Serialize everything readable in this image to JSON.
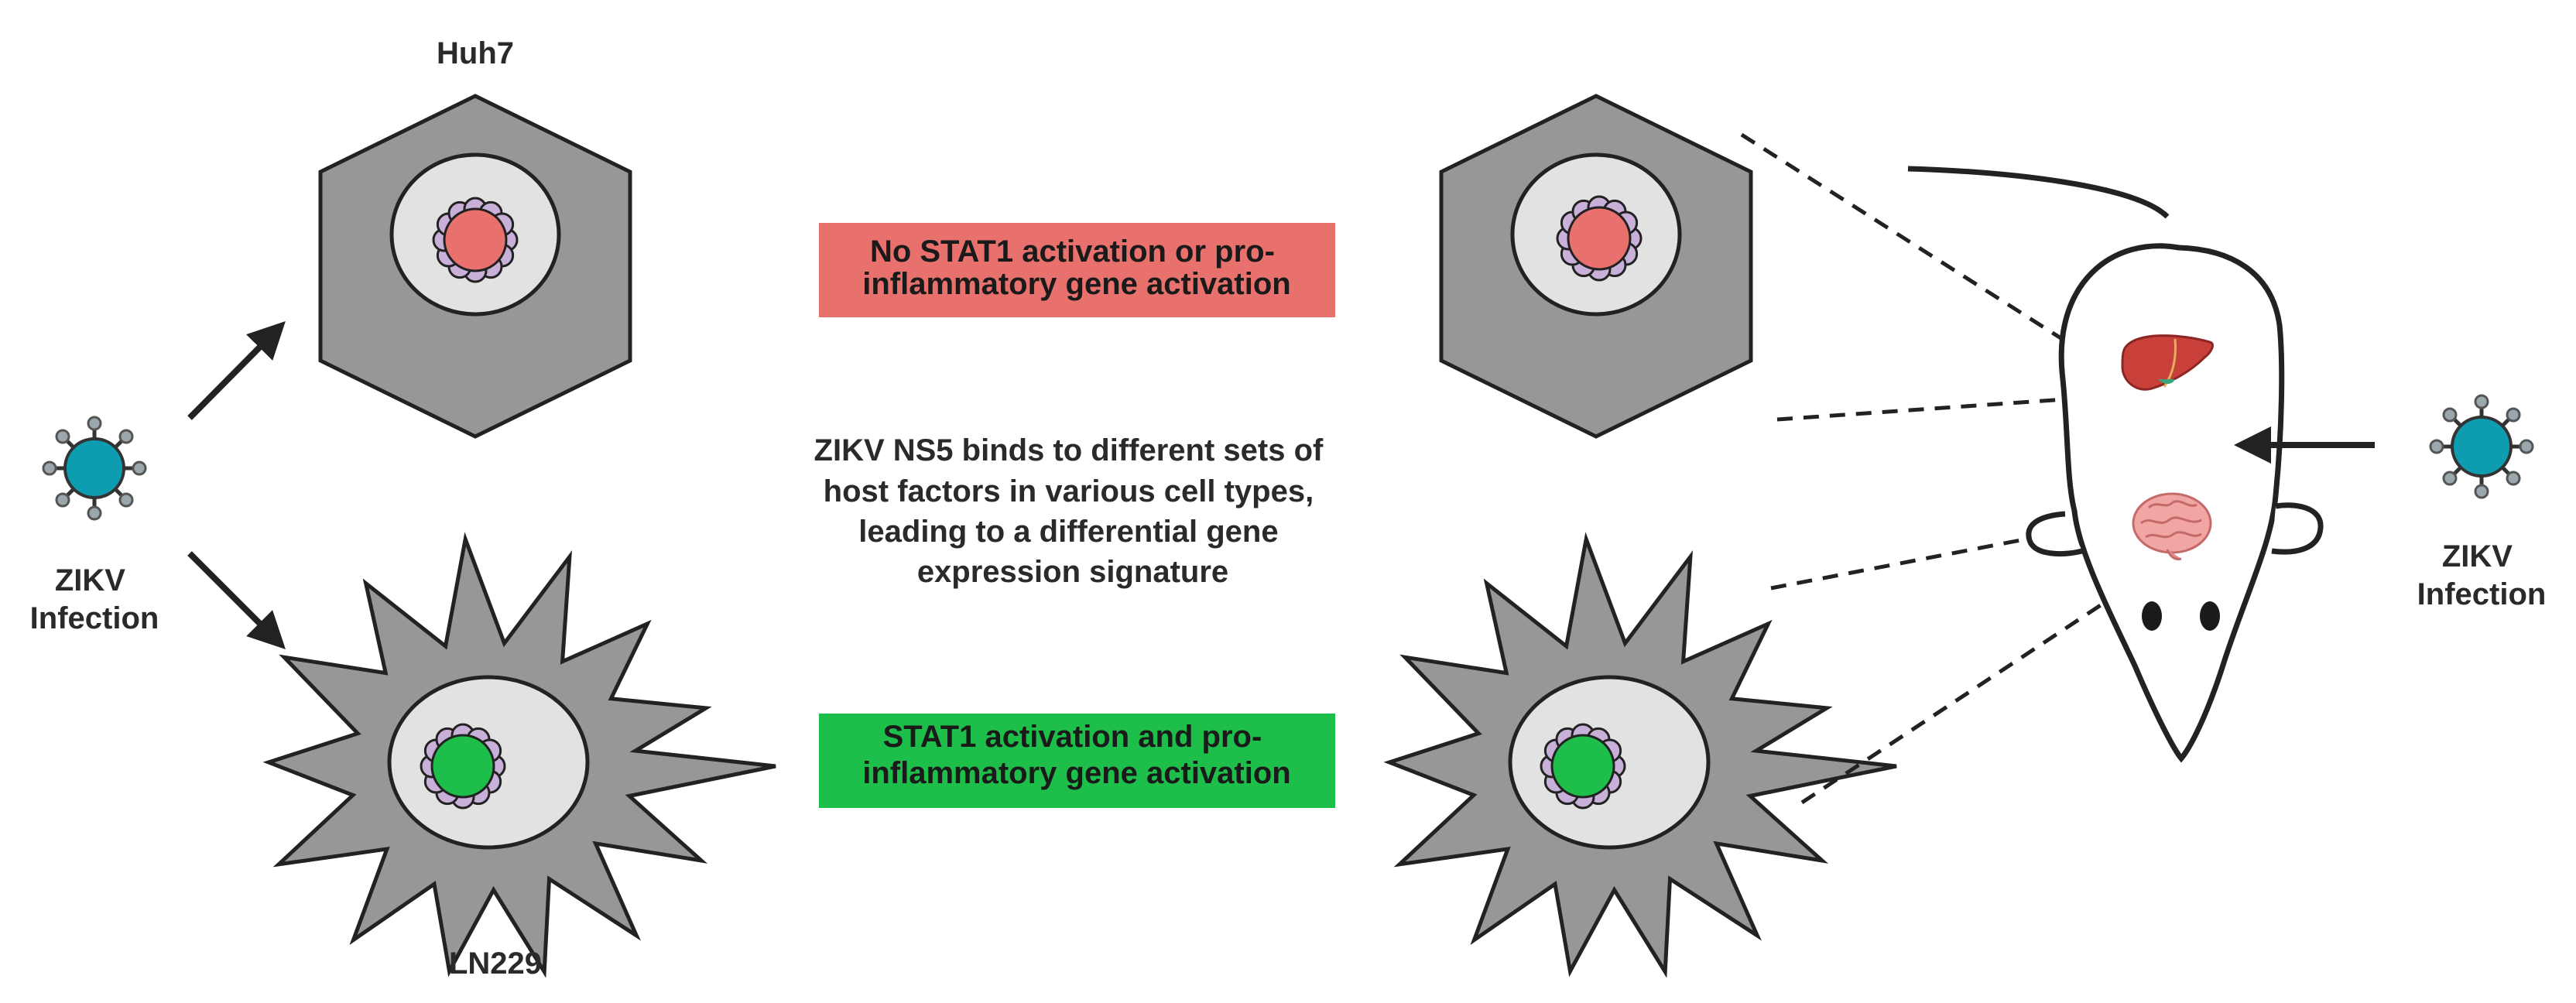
{
  "labels": {
    "huh7": "Huh7",
    "ln229": "LN229",
    "zikv_left": [
      "ZIKV",
      "Infection"
    ],
    "zikv_right": [
      "ZIKV",
      "Infection"
    ]
  },
  "boxes": {
    "red": {
      "lines": [
        "No STAT1 activation or pro-",
        "inflammatory gene activation"
      ],
      "color": "#e8716d"
    },
    "green": {
      "lines": [
        "STAT1 activation and pro-",
        "inflammatory gene activation"
      ],
      "color": "#1dbf4a"
    }
  },
  "center_text": [
    "ZIKV NS5 binds to different sets of",
    "host factors in various cell types,",
    "leading to a differential gene",
    "expression signature"
  ],
  "colors": {
    "cell_fill": "#979797",
    "nucleus_fill": "#e2e2e2",
    "red_nucleus": "#e8716d",
    "green_nucleus": "#1dbf4a",
    "host_factor": "#c8b0d8",
    "virus_body": "#0e9cb0",
    "virus_tip": "#9aa7ad",
    "liver": "#c9403a",
    "brain": "#f2a6a4"
  },
  "icons": [
    "virus-icon",
    "liver-icon",
    "brain-icon",
    "mouse-icon"
  ]
}
